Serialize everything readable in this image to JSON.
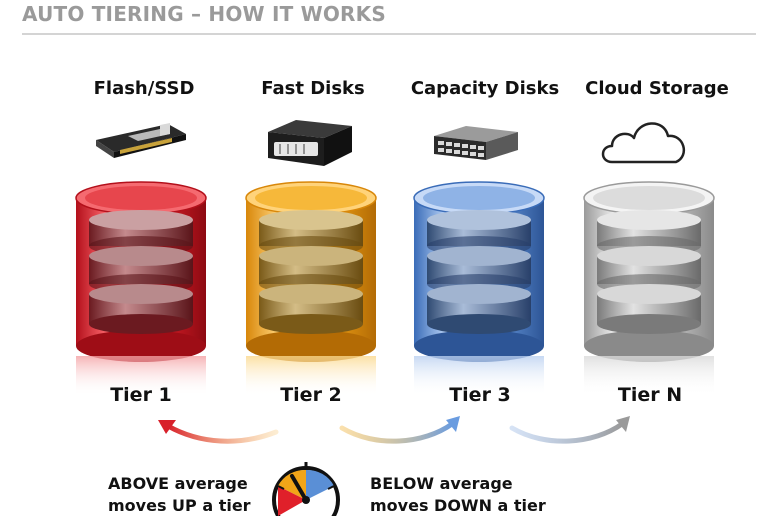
{
  "header": {
    "title": "AUTO TIERING – HOW IT WORKS"
  },
  "tiers": [
    {
      "name": "Flash/SSD",
      "label": "Tier 1",
      "color": "#e0202a",
      "icon": "ssd-card-icon"
    },
    {
      "name": "Fast Disks",
      "label": "Tier 2",
      "color": "#f2a518",
      "icon": "server-icon"
    },
    {
      "name": "Capacity Disks",
      "label": "Tier 3",
      "color": "#5a8fd6",
      "icon": "rack-storage-icon"
    },
    {
      "name": "Cloud Storage",
      "label": "Tier N",
      "color": "#bdbdbd",
      "icon": "cloud-icon"
    }
  ],
  "captions": {
    "above_line1": "ABOVE average",
    "above_line2": "moves UP a tier",
    "below_line1": "BELOW average",
    "below_line2": "moves DOWN a tier"
  },
  "gauge": {
    "icon": "gauge-icon"
  }
}
